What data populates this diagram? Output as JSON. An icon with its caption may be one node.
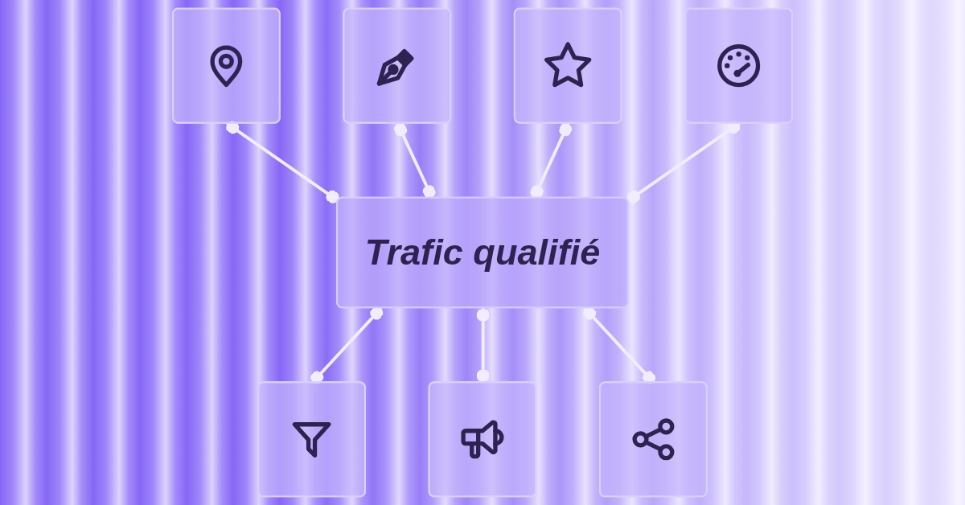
{
  "diagram": {
    "nodes": [
      {
        "text": [],
        "shape": "picture"
      },
      {
        "text": [],
        "shape": "picture"
      },
      {
        "text": [],
        "shape": "picture"
      },
      {
        "text": [],
        "shape": "picture"
      },
      {
        "text": [
          "Trafic qualifié"
        ]
      },
      {
        "text": [],
        "shape": "picture"
      },
      {
        "text": [],
        "shape": "picture"
      },
      {
        "text": [],
        "shape": "picture"
      }
    ],
    "edges": [
      {
        "from": 2,
        "to": 4,
        "arrow": "other"
      },
      {
        "from": 0,
        "to": 4,
        "arrow": "other"
      },
      {
        "from": 1,
        "to": 4,
        "arrow": "other"
      },
      {
        "from": 3,
        "to": 4,
        "arrow": "other"
      },
      {
        "from": 4,
        "to": 6,
        "arrow": "other"
      },
      {
        "from": 4,
        "to": 7,
        "arrow": "other"
      },
      {
        "from": 4,
        "to": 5,
        "arrow": "other"
      }
    ]
  }
}
